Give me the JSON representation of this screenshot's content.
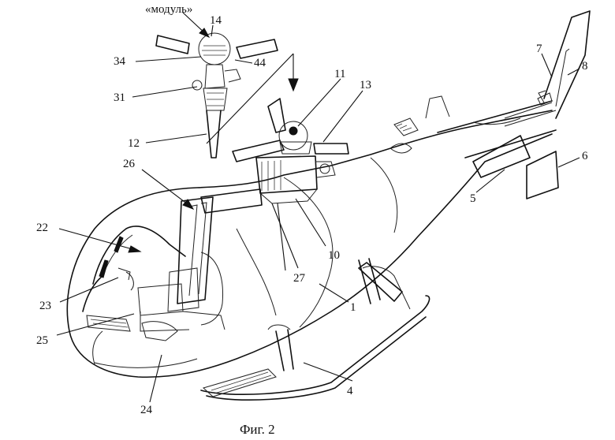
{
  "caption": "Фиг. 2",
  "module_label": "«модуль»",
  "labels": {
    "l1": "1",
    "l4": "4",
    "l5": "5",
    "l6": "6",
    "l7": "7",
    "l8": "8",
    "l10": "10",
    "l11": "11",
    "l12": "12",
    "l13": "13",
    "l14": "14",
    "l22": "22",
    "l23": "23",
    "l24": "24",
    "l25": "25",
    "l26": "26",
    "l27": "27",
    "l31": "31",
    "l34": "34",
    "l44": "44"
  }
}
